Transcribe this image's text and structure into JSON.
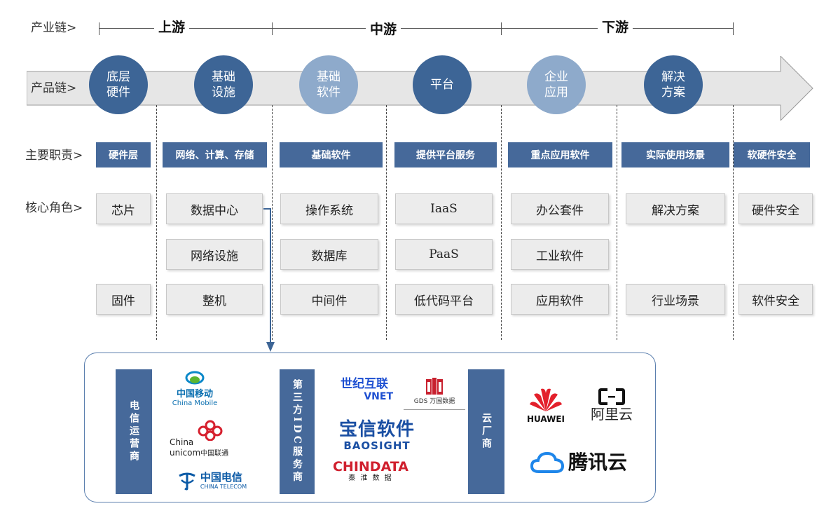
{
  "rows": {
    "industry_chain": "产业链>",
    "product_chain": "产品链>",
    "main_duty": "主要职责>",
    "core_role": "核心角色>"
  },
  "segments": {
    "upstream": "上游",
    "midstream": "中游",
    "downstream": "下游"
  },
  "circles": [
    "底层硬件",
    "基础设施",
    "基础软件",
    "平台",
    "企业应用",
    "解决方案"
  ],
  "duties": [
    "硬件层",
    "网络、计算、存储",
    "基础软件",
    "提供平台服务",
    "重点应用软件",
    "实际使用场景",
    "软硬件安全"
  ],
  "roles": {
    "col1": [
      "芯片",
      "固件"
    ],
    "col2": [
      "数据中心",
      "网络设施",
      "整机"
    ],
    "col3": [
      "操作系统",
      "数据库",
      "中间件"
    ],
    "col4": [
      "IaaS",
      "PaaS",
      "低代码平台"
    ],
    "col5": [
      "办公套件",
      "工业软件",
      "应用软件"
    ],
    "col6": [
      "解决方案",
      "行业场景"
    ],
    "col7": [
      "硬件安全",
      "软件安全"
    ]
  },
  "groups": {
    "telecom": "电信运营商",
    "idc": "第三方IDC服务商",
    "cloud": "云厂商"
  },
  "logos": {
    "china_mobile": {
      "cn": "中国移动",
      "en": "China Mobile"
    },
    "china_unicom": {
      "line1": "China",
      "line2": "unicom",
      "cn": "中国联通"
    },
    "china_telecom": {
      "cn": "中国电信",
      "en": "CHINA TELECOM"
    },
    "vnet": {
      "cn": "世纪互联",
      "en": "VNET"
    },
    "gds": {
      "text": "GDS 万国数据"
    },
    "baosight": {
      "cn": "宝信软件",
      "en": "BAOSIGHT"
    },
    "chindata": {
      "en": "CHINDATA",
      "cn": "秦 淮 数 据"
    },
    "huawei": {
      "en": "HUAWEI"
    },
    "aliyun": {
      "cn": "阿里云"
    },
    "tencent": {
      "cn": "腾讯云"
    }
  },
  "colors": {
    "dark_blue": "#3d6596",
    "light_blue": "#8eaacb",
    "duty_blue": "#46699a",
    "arrow_gray": "#e6e6e6",
    "vnet_blue": "#1d4fd1",
    "baosight_blue": "#1a4fa3",
    "chindata_red": "#d0202e",
    "huawei_red": "#e3202b",
    "tencent_blue": "#1e86ea"
  }
}
